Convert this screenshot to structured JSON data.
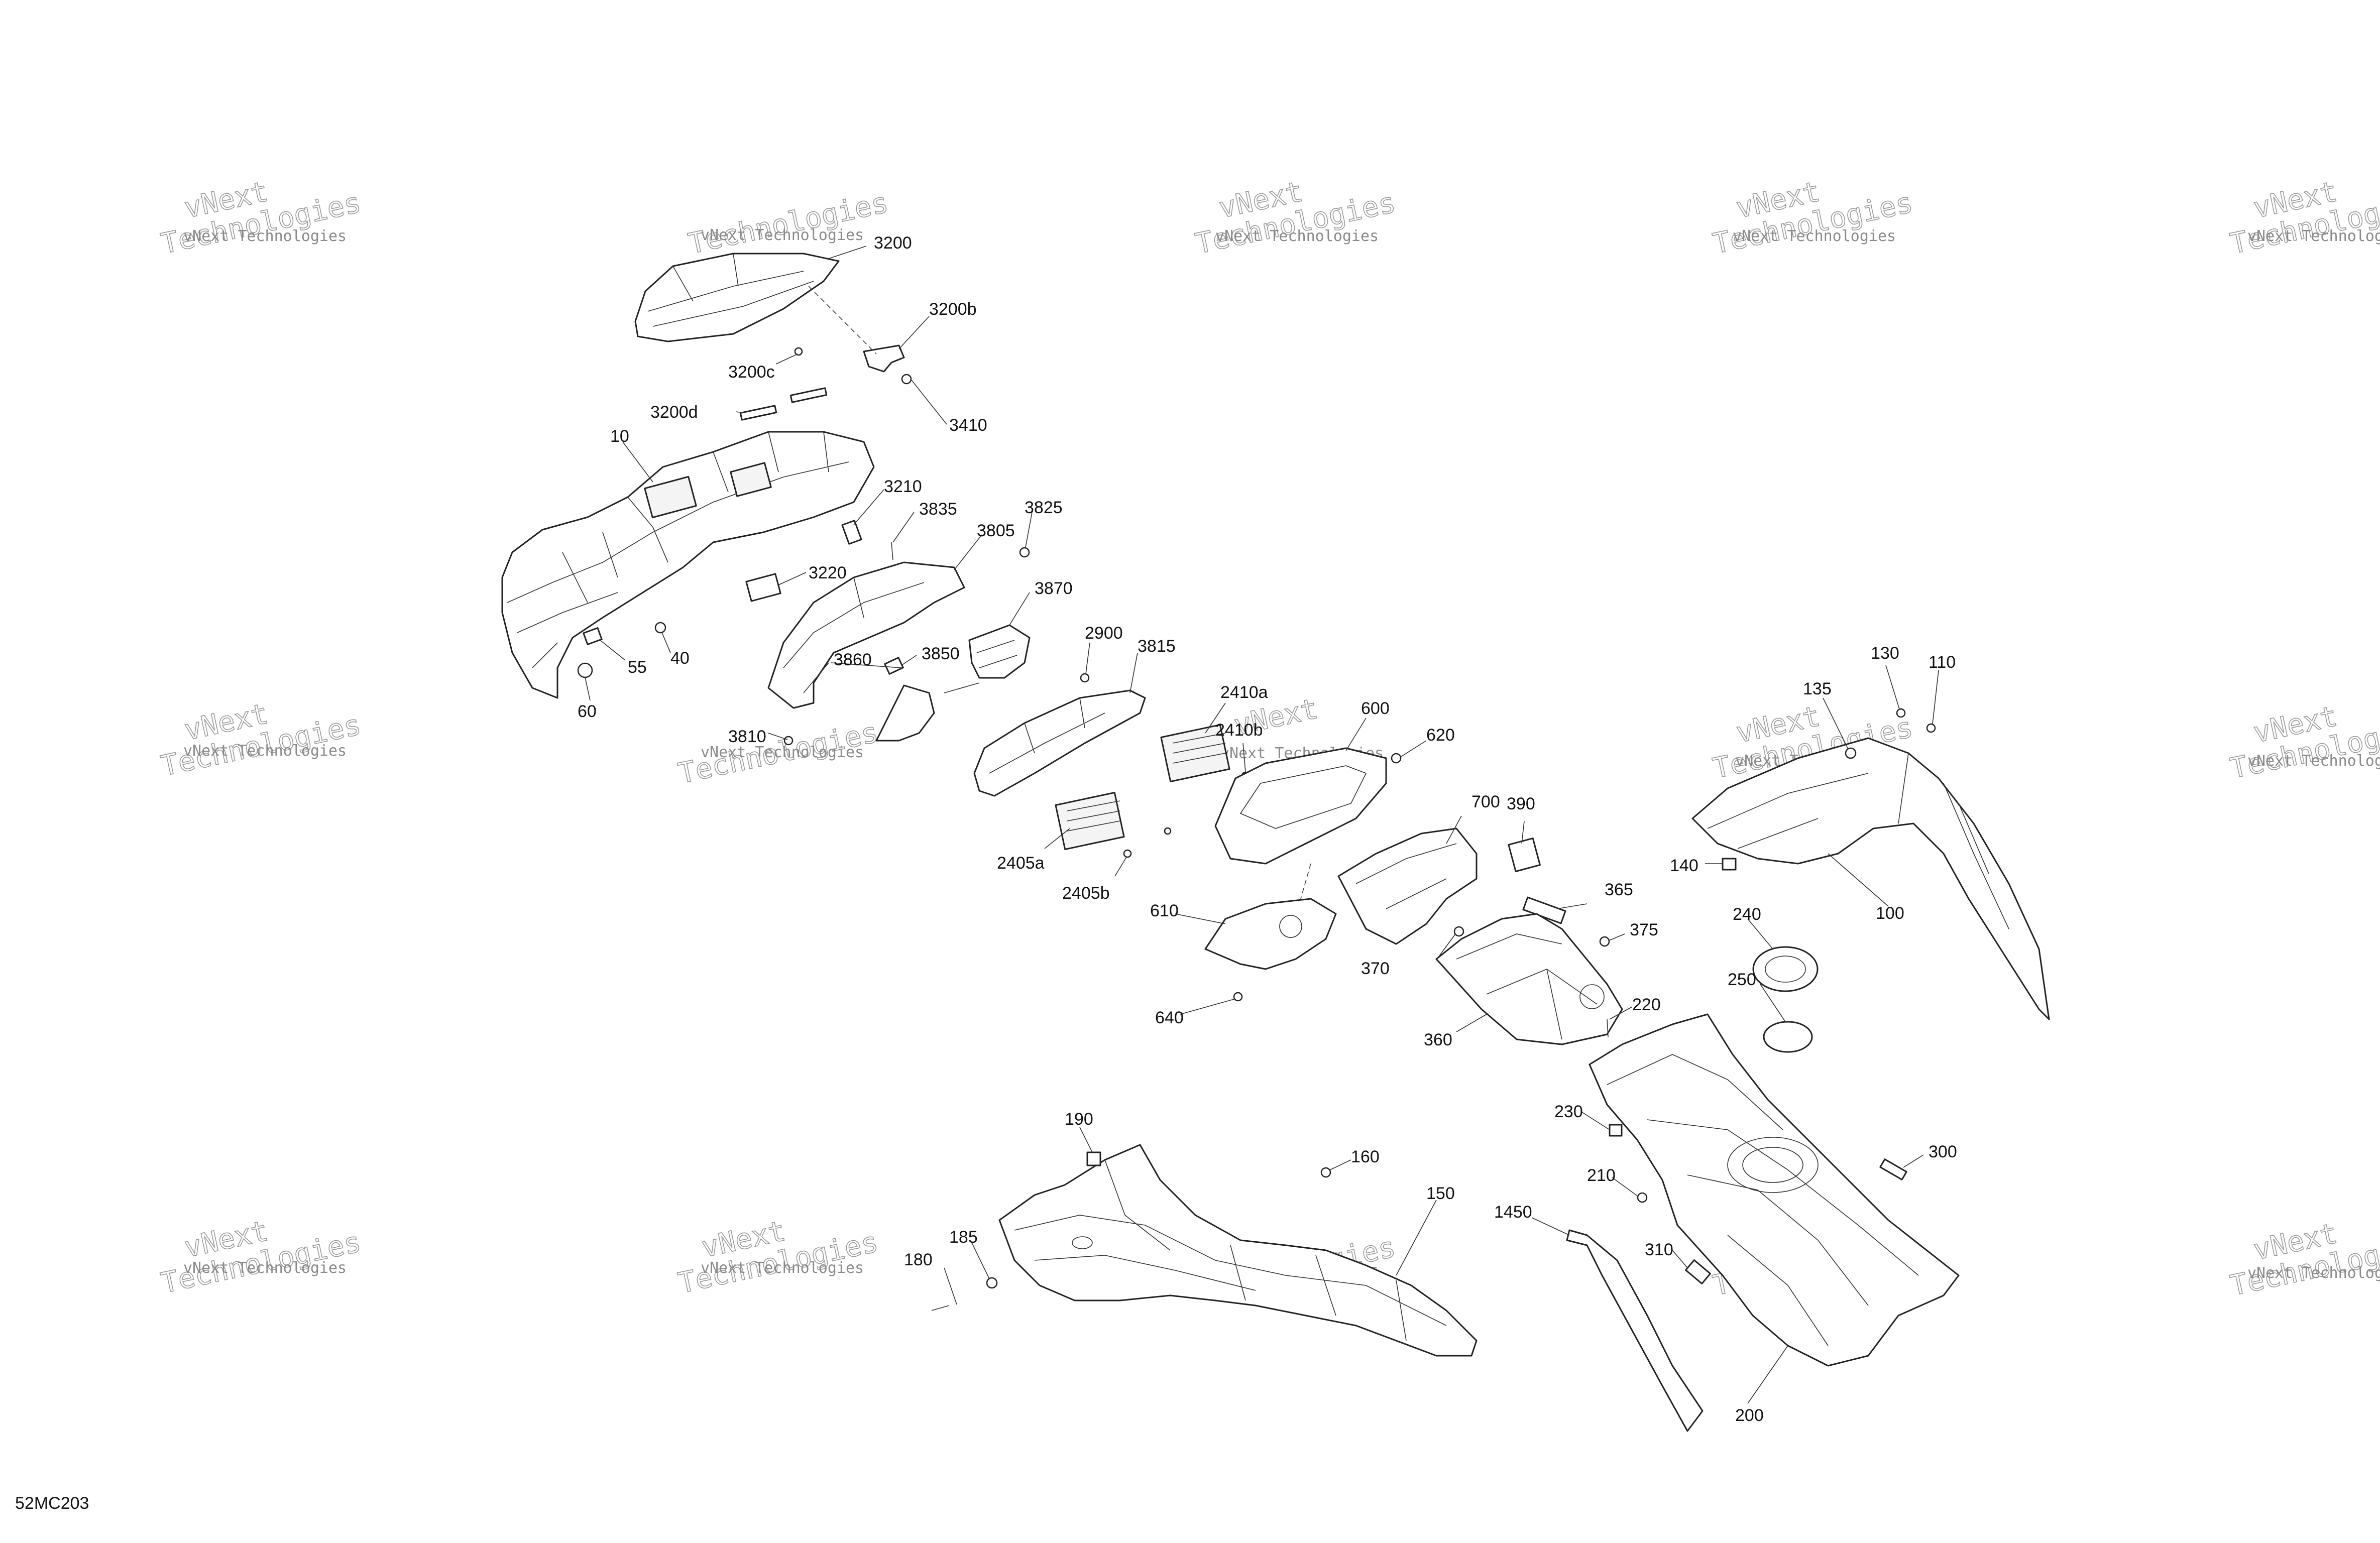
{
  "diagram_id": "52MC203",
  "watermark": {
    "line1": "vNext Technologies",
    "line2a": "vNext",
    "line2b": "Technologies"
  },
  "callouts": {
    "c3200": "3200",
    "c3200b": "3200b",
    "c3200c": "3200c",
    "c3200d": "3200d",
    "c3410": "3410",
    "c10": "10",
    "c3210": "3210",
    "c3835": "3835",
    "c3825": "3825",
    "c3805": "3805",
    "c3220": "3220",
    "c3870": "3870",
    "c55": "55",
    "c40": "40",
    "c60": "60",
    "c3860": "3860",
    "c3850": "3850",
    "c2900": "2900",
    "c3815": "3815",
    "c3810": "3810",
    "c2410a": "2410a",
    "c2410b": "2410b",
    "c600": "600",
    "c620": "620",
    "c2405a": "2405a",
    "c2405b": "2405b",
    "c700": "700",
    "c390": "390",
    "c365": "365",
    "c375": "375",
    "c610": "610",
    "c370": "370",
    "c640": "640",
    "c360": "360",
    "c220": "220",
    "c130": "130",
    "c110": "110",
    "c135": "135",
    "c140": "140",
    "c100": "100",
    "c240": "240",
    "c250": "250",
    "c230": "230",
    "c210": "210",
    "c300": "300",
    "c310": "310",
    "c200": "200",
    "c1450": "1450",
    "c190": "190",
    "c160": "160",
    "c150": "150",
    "c180": "180",
    "c185": "185"
  }
}
